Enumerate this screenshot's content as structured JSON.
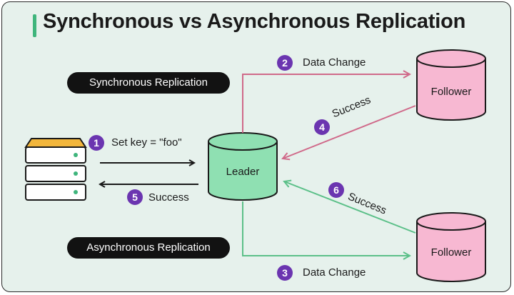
{
  "title": "Synchronous vs Asynchronous Replication",
  "pills": {
    "sync": "Synchronous Replication",
    "async": "Asynchronous Replication"
  },
  "nodes": {
    "leader": "Leader",
    "follower_top": "Follower",
    "follower_bottom": "Follower"
  },
  "steps": [
    {
      "num": "1",
      "label": "Set key = \"foo\""
    },
    {
      "num": "2",
      "label": "Data Change"
    },
    {
      "num": "3",
      "label": "Data Change"
    },
    {
      "num": "4",
      "label": "Success"
    },
    {
      "num": "5",
      "label": "Success"
    },
    {
      "num": "6",
      "label": "Success"
    }
  ],
  "colors": {
    "accent": "#3fb57c",
    "sync_arrow": "#d06a8a",
    "async_arrow": "#5cc089",
    "badge": "#6b35b0",
    "leader_fill": "#8fe0b2",
    "follower_fill": "#f7b8d2",
    "server_top": "#f2b63c"
  }
}
